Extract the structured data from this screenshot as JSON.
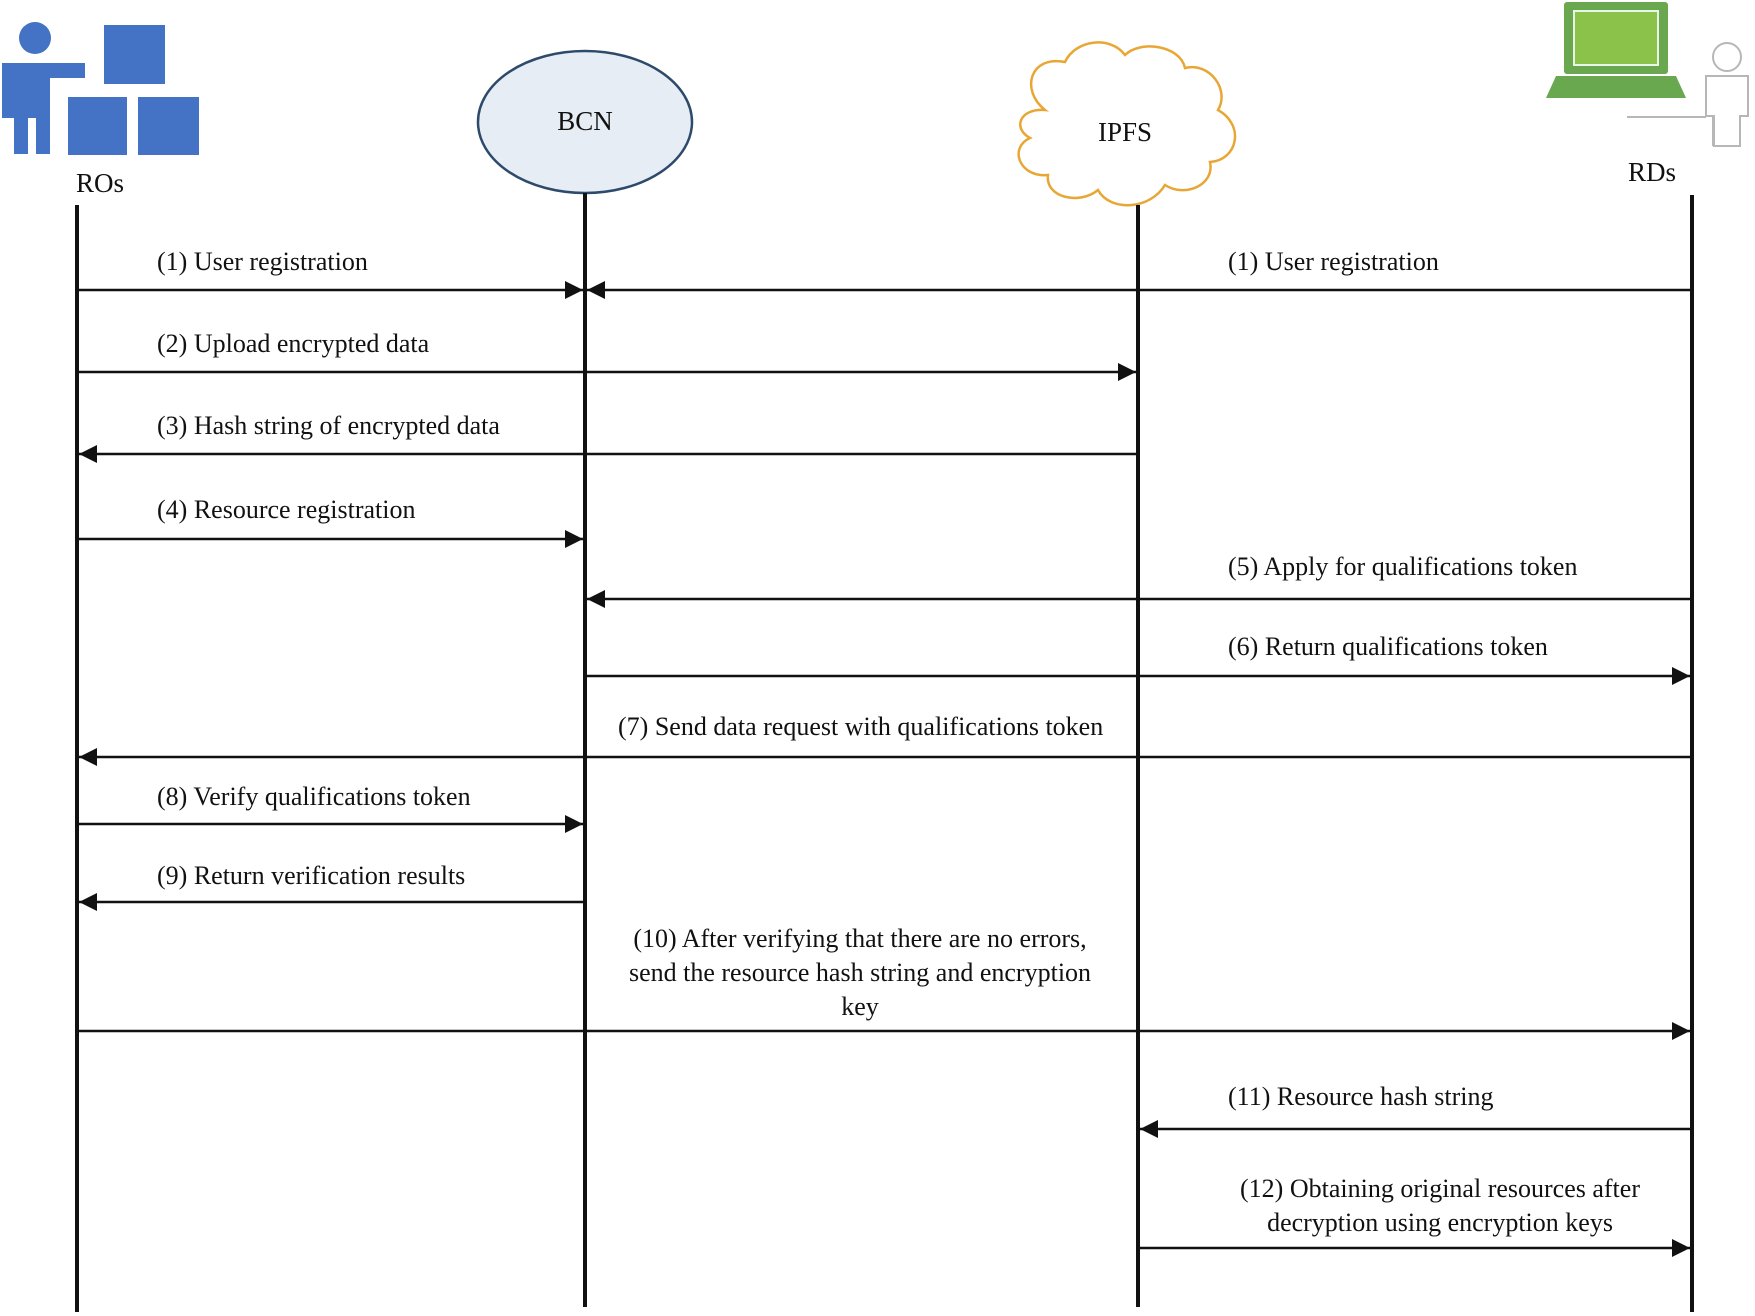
{
  "actors": [
    {
      "id": "ros",
      "label": "ROs",
      "icon": "organization-icon"
    },
    {
      "id": "bcn",
      "label": "BCN",
      "icon": "ellipse-node-icon"
    },
    {
      "id": "ipfs",
      "label": "IPFS",
      "icon": "cloud-icon"
    },
    {
      "id": "rds",
      "label": "RDs",
      "icon": "laptop-user-icon"
    }
  ],
  "messages": [
    {
      "step": 1,
      "from": "ros",
      "to": "bcn",
      "lines": [
        "(1) User registration"
      ]
    },
    {
      "step": 1,
      "from": "rds",
      "to": "bcn",
      "lines": [
        "(1) User registration"
      ]
    },
    {
      "step": 2,
      "from": "ros",
      "to": "ipfs",
      "lines": [
        "(2) Upload encrypted data"
      ]
    },
    {
      "step": 3,
      "from": "ipfs",
      "to": "ros",
      "lines": [
        "(3) Hash string of encrypted data"
      ]
    },
    {
      "step": 4,
      "from": "ros",
      "to": "bcn",
      "lines": [
        "(4) Resource registration"
      ]
    },
    {
      "step": 5,
      "from": "rds",
      "to": "bcn",
      "lines": [
        "(5) Apply for qualifications token"
      ]
    },
    {
      "step": 6,
      "from": "bcn",
      "to": "rds",
      "lines": [
        "(6) Return qualifications token"
      ]
    },
    {
      "step": 7,
      "from": "rds",
      "to": "ros",
      "lines": [
        "(7) Send data request with qualifications token"
      ]
    },
    {
      "step": 8,
      "from": "ros",
      "to": "bcn",
      "lines": [
        "(8) Verify qualifications token"
      ]
    },
    {
      "step": 9,
      "from": "bcn",
      "to": "ros",
      "lines": [
        "(9) Return verification results"
      ]
    },
    {
      "step": 10,
      "from": "ros",
      "to": "rds",
      "lines": [
        "(10) After verifying that there are no errors,",
        "send the resource hash string and encryption",
        "key"
      ]
    },
    {
      "step": 11,
      "from": "rds",
      "to": "ipfs",
      "lines": [
        "(11) Resource hash string"
      ]
    },
    {
      "step": 12,
      "from": "ipfs",
      "to": "rds",
      "lines": [
        "(12) Obtaining original resources after",
        "decryption using encryption keys"
      ]
    }
  ],
  "colors": {
    "organization": "#4472c4",
    "ellipse_fill": "#e7edf5",
    "ellipse_stroke": "#2e4a6b",
    "cloud_stroke": "#e8a735",
    "laptop": "#6aa84f",
    "user_outline": "#b7b7b7",
    "line": "#111111"
  }
}
